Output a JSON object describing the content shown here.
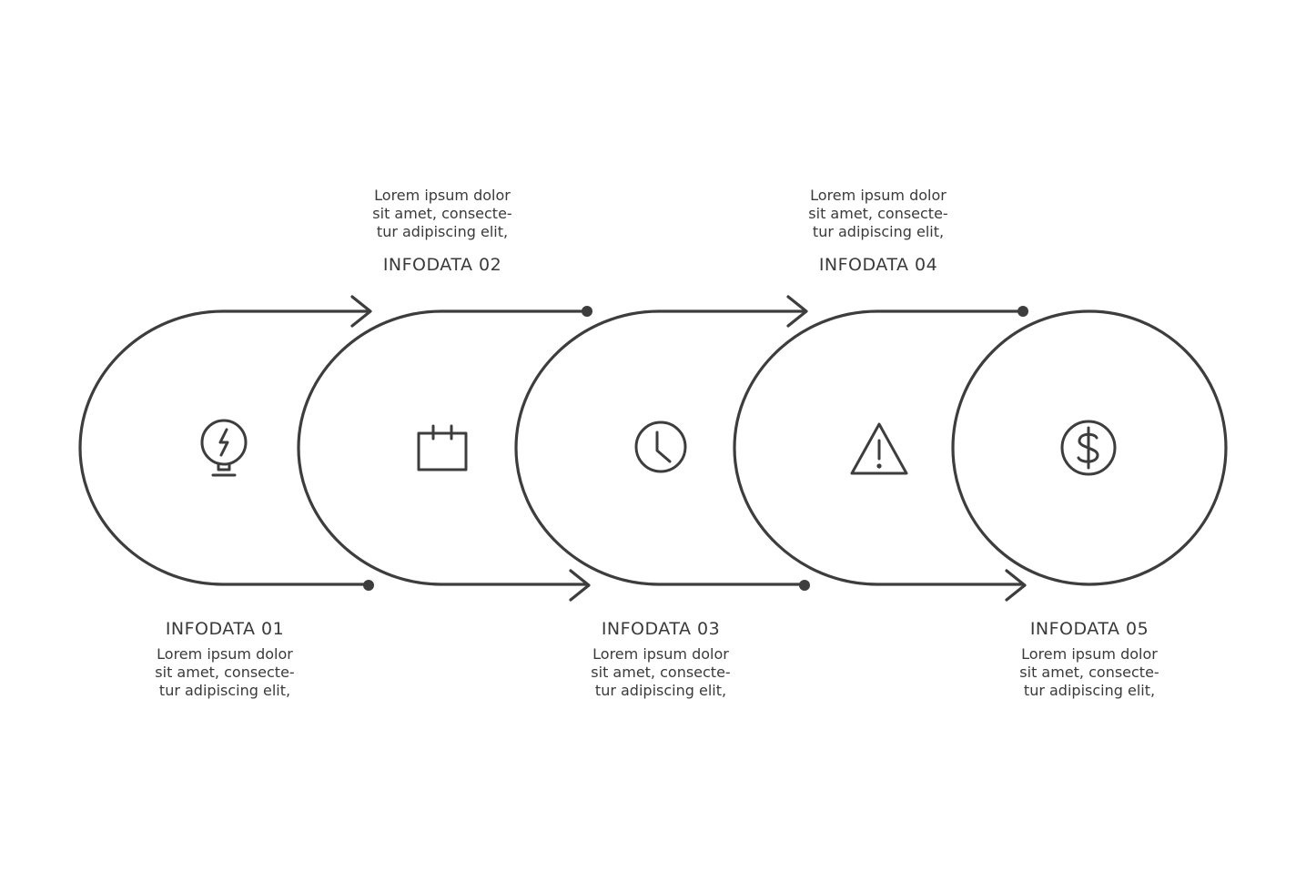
{
  "steps": [
    {
      "title": "INFODATA 01",
      "icon": "lightbulb-icon",
      "text": [
        "Lorem ipsum dolor",
        "sit amet, consecte-",
        "tur adipiscing elit,"
      ]
    },
    {
      "title": "INFODATA 02",
      "icon": "calendar-icon",
      "text": [
        "Lorem ipsum dolor",
        "sit amet, consecte-",
        "tur adipiscing elit,"
      ]
    },
    {
      "title": "INFODATA 03",
      "icon": "clock-icon",
      "text": [
        "Lorem ipsum dolor",
        "sit amet, consecte-",
        "tur adipiscing elit,"
      ]
    },
    {
      "title": "INFODATA 04",
      "icon": "warning-icon",
      "text": [
        "Lorem ipsum dolor",
        "sit amet, consecte-",
        "tur adipiscing elit,"
      ]
    },
    {
      "title": "INFODATA 05",
      "icon": "dollar-icon",
      "text": [
        "Lorem ipsum dolor",
        "sit amet, consecte-",
        "tur adipiscing elit,"
      ]
    }
  ],
  "colors": {
    "ink": "#3d3d3d",
    "background": "#ffffff"
  }
}
